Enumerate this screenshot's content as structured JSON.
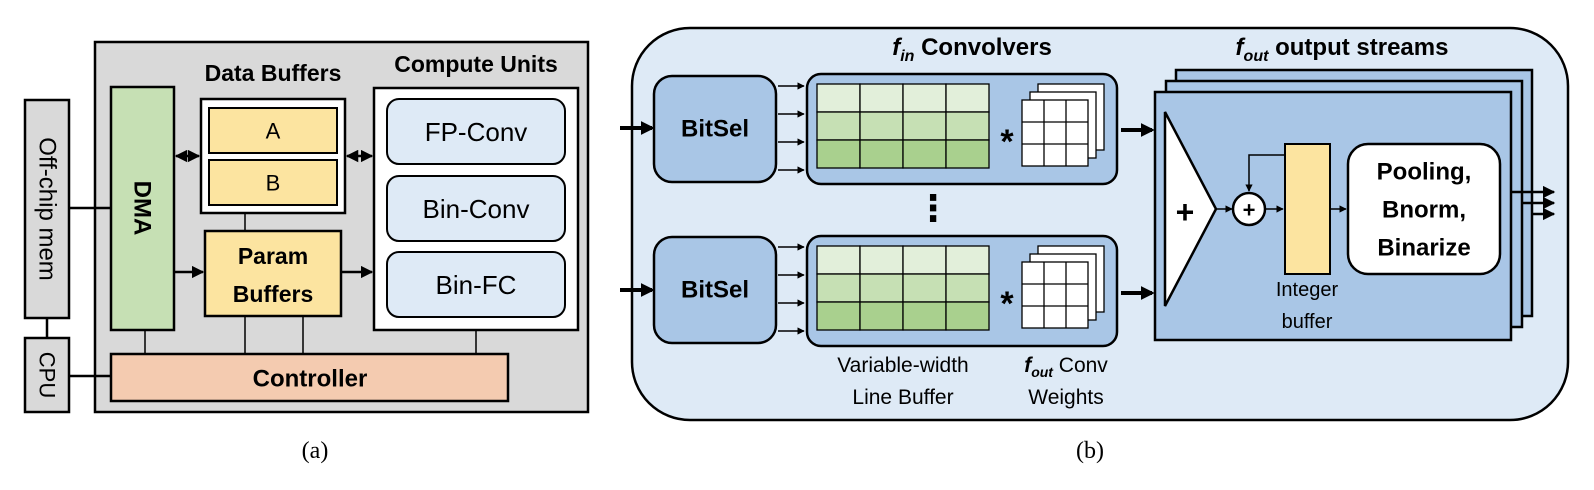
{
  "panel_a": {
    "caption": "(a)",
    "offchip_label": "Off-chip mem",
    "cpu_label": "CPU",
    "dma_label": "DMA",
    "data_buffers": {
      "title": "Data Buffers",
      "a": "A",
      "b": "B"
    },
    "param_buffers": {
      "line1": "Param",
      "line2": "Buffers"
    },
    "compute_units": {
      "title": "Compute Units",
      "items": [
        "FP-Conv",
        "Bin-Conv",
        "Bin-FC"
      ]
    },
    "controller_label": "Controller",
    "colors": {
      "chip_bg": "#d9d9d9",
      "dma": "#c6e0b4",
      "buffer": "#fce4a0",
      "compute_unit": "#deeaf6",
      "controller": "#f4cbb0"
    }
  },
  "panel_b": {
    "caption": "(b)",
    "convolvers_title": {
      "f": "f",
      "sub": "in",
      "rest": " Convolvers"
    },
    "streams_title": {
      "f": "f",
      "sub": "out",
      "rest": " output streams"
    },
    "bitsel_label": "BitSel",
    "multiply_symbol": "*",
    "ellipsis": "⋮",
    "sum_symbol": "+",
    "adder_symbol": "+",
    "line_buffer_label": {
      "line1": "Variable-width",
      "line2": "Line Buffer"
    },
    "conv_weights_label": {
      "f": "f",
      "sub": "out",
      "line1_rest": " Conv",
      "line2": "Weights"
    },
    "integer_buffer_label": {
      "line1": "Integer",
      "line2": "buffer"
    },
    "post_ops": {
      "line1": "Pooling,",
      "line2": "Bnorm,",
      "line3": "Binarize"
    },
    "colors": {
      "outer_bg": "#deeaf6",
      "block": "#a9c6e6",
      "line_buffer_light": "#e2efda",
      "line_buffer_mid": "#c6e0b4",
      "line_buffer_dark": "#a9d08e",
      "integer_buffer": "#fce4a0"
    }
  }
}
